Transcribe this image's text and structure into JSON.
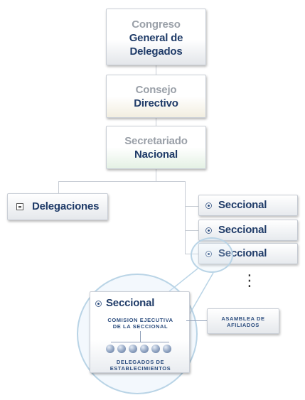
{
  "diagram": {
    "congreso": {
      "line1": "Congreso",
      "line2": "General de",
      "line3": "Delegados"
    },
    "consejo": {
      "line1": "Consejo",
      "line2": "Directivo"
    },
    "secretariado": {
      "line1": "Secretariado",
      "line2": "Nacional"
    },
    "delegaciones": {
      "label": "Delegaciones",
      "icon": "expand-box-icon"
    },
    "seccionales": [
      {
        "label": "Seccional"
      },
      {
        "label": "Seccional"
      },
      {
        "label": "Seccional"
      }
    ],
    "ellipsis": "⋮",
    "zoom": {
      "title": "Seccional",
      "comision": "COMISION EJECUTIVA\nDE LA SECCIONAL",
      "delegados_count": 6,
      "delegados": "DELEGADOS DE\nESTABLECIMIENTOS"
    },
    "asamblea": {
      "label": "ASAMBLEA DE\nAFILIADOS"
    }
  },
  "colors": {
    "navy": "#1f3b68",
    "gray_text": "#9aa0a8",
    "connector": "#c7ccd4",
    "tint_gray": "#e3e6ea",
    "tint_yellow": "#f2eee0",
    "tint_green": "#e4f1e4"
  }
}
